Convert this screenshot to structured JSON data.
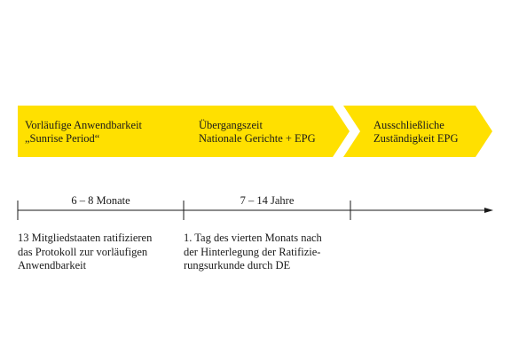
{
  "colors": {
    "phase_fill": "#ffe000",
    "line": "#1a1a1a"
  },
  "phases": [
    {
      "lines": [
        "Vorläufige Anwendbarkeit",
        "„Sunrise Period“"
      ]
    },
    {
      "lines": [
        "Übergangszeit",
        "Nationale Gerichte + EPG"
      ]
    },
    {
      "lines": [
        "Ausschließliche",
        "Zuständigkeit EPG"
      ]
    }
  ],
  "durations": [
    "6 – 8 Monate",
    "7 – 14 Jahre"
  ],
  "notes": [
    {
      "lines": [
        "13 Mitgliedstaaten ratifizieren",
        "das Protokoll zur vorläufigen",
        "Anwendbarkeit"
      ]
    },
    {
      "lines": [
        "1. Tag des vierten Monats nach",
        "der Hinterlegung der Ratifizie-",
        "rungsurkunde durch DE"
      ]
    }
  ]
}
